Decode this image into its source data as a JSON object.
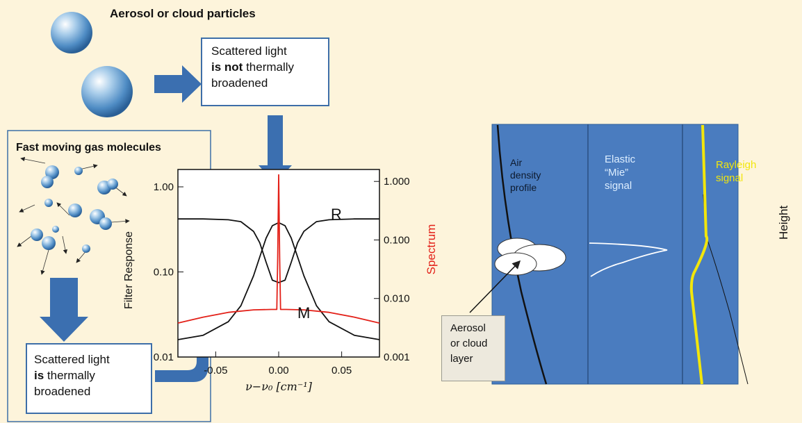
{
  "particles_label": "Aerosol or cloud particles",
  "molecules_label": "Fast moving gas molecules",
  "box_not_broadened": {
    "line1": "Scattered light",
    "line2_bold": "is not",
    "line2_rest": " thermally",
    "line3": "broadened"
  },
  "box_broadened": {
    "line1": "Scattered light",
    "line2_bold": "is",
    "line2_rest": " thermally",
    "line3": "broadened"
  },
  "colors": {
    "background": "#fdf4db",
    "arrow_blue": "#3b6fb0",
    "panel_blue": "#4a7cbf",
    "spectrum_red": "#e32018",
    "rayleigh_yellow": "#f2e60b",
    "text_light": "#ddeeff"
  },
  "chart_data": {
    "type": "line",
    "xlabel": "ν−ν₀ [cm⁻¹]",
    "ylabel_left": "Filter Response",
    "ylabel_right": "Spectrum",
    "x_ticks": [
      "-0.05",
      "0.00",
      "0.05"
    ],
    "y_ticks_left": [
      "0.01",
      "0.10",
      "1.00"
    ],
    "y_ticks_right": [
      "0.001",
      "0.010",
      "0.100",
      "1.000"
    ],
    "xlim": [
      -0.08,
      0.08
    ],
    "ylim_left": [
      0.01,
      1.6
    ],
    "ylim_right": [
      0.001,
      1.6
    ],
    "log_y": true,
    "series": [
      {
        "name": "R",
        "color": "#111111",
        "x": [
          -0.08,
          -0.06,
          -0.04,
          -0.03,
          -0.02,
          -0.015,
          -0.01,
          -0.005,
          0.0,
          0.005,
          0.01,
          0.015,
          0.02,
          0.03,
          0.04,
          0.06,
          0.08
        ],
        "y": [
          0.42,
          0.42,
          0.41,
          0.39,
          0.3,
          0.22,
          0.13,
          0.08,
          0.075,
          0.08,
          0.13,
          0.22,
          0.3,
          0.39,
          0.41,
          0.42,
          0.42
        ]
      },
      {
        "name": "M",
        "color": "#111111",
        "x": [
          -0.08,
          -0.06,
          -0.04,
          -0.03,
          -0.02,
          -0.015,
          -0.01,
          -0.005,
          0.0,
          0.005,
          0.01,
          0.015,
          0.02,
          0.03,
          0.04,
          0.06,
          0.08
        ],
        "y": [
          0.016,
          0.018,
          0.026,
          0.04,
          0.09,
          0.15,
          0.25,
          0.35,
          0.38,
          0.35,
          0.25,
          0.15,
          0.09,
          0.04,
          0.026,
          0.018,
          0.016
        ]
      },
      {
        "name": "",
        "color": "#e32018",
        "axis": "right",
        "x": [
          -0.08,
          -0.06,
          -0.04,
          -0.02,
          -0.006,
          -0.0015,
          -0.0008,
          0.0,
          0.0008,
          0.0015,
          0.006,
          0.02,
          0.04,
          0.06,
          0.08
        ],
        "y": [
          0.0038,
          0.0048,
          0.0058,
          0.0064,
          0.0065,
          0.0065,
          0.05,
          1.3,
          0.05,
          0.0065,
          0.0065,
          0.0064,
          0.0058,
          0.0048,
          0.0038
        ]
      }
    ],
    "annotations": [
      "R",
      "M"
    ]
  },
  "right_panel": {
    "col1": [
      "Air",
      "density",
      "profile"
    ],
    "col2": [
      "Elastic",
      "“Mie”",
      "signal"
    ],
    "col3": [
      "Rayleigh",
      "signal"
    ],
    "callout": [
      "Aerosol",
      "or cloud",
      "layer"
    ],
    "axis_label": "Height"
  }
}
